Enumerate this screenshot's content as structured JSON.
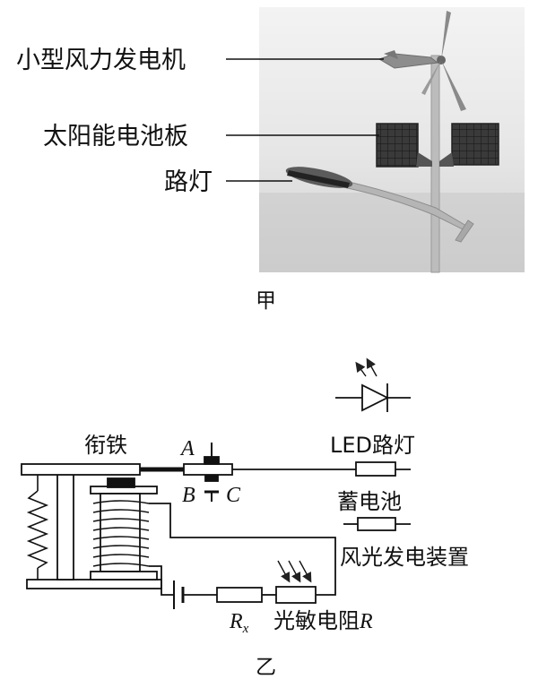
{
  "figure_a": {
    "caption": "甲",
    "labels": {
      "wind_turbine": "小型风力发电机",
      "solar_panel": "太阳能电池板",
      "street_light": "路灯"
    }
  },
  "figure_b": {
    "caption": "乙",
    "labels": {
      "armature": "衔铁",
      "contact_a": "A",
      "contact_b": "B",
      "contact_c": "C",
      "led_light": "LED路灯",
      "battery": "蓄电池",
      "generator": "风光发电装置",
      "rx_main": "R",
      "rx_sub": "x",
      "photoresistor_text": "光敏电阻",
      "photoresistor_symbol": "R"
    }
  }
}
